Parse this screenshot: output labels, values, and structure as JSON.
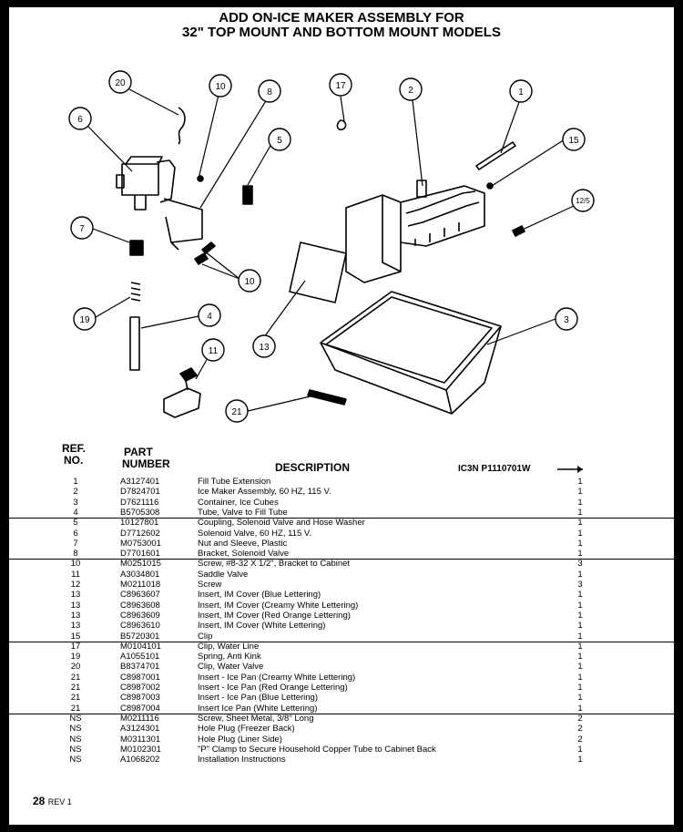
{
  "title": {
    "line1": "ADD ON-ICE MAKER ASSEMBLY FOR",
    "line2": "32\" TOP MOUNT AND BOTTOM MOUNT MODELS"
  },
  "callouts": [
    "20",
    "10",
    "8",
    "17",
    "2",
    "1",
    "6",
    "5",
    "15",
    "12/5",
    "7",
    "10",
    "13",
    "3",
    "19",
    "4",
    "11",
    "21"
  ],
  "table": {
    "ref_header_1": "REF.",
    "ref_header_2": "NO.",
    "part_header_1": "PART",
    "part_header_2": "NUMBER",
    "desc_header": "DESCRIPTION",
    "code": "IC3N P1110701W",
    "rows": [
      {
        "ref": "1",
        "part": "A3127401",
        "desc": "Fill Tube Extension",
        "qty": "1"
      },
      {
        "ref": "2",
        "part": "D7824701",
        "desc": "Ice Maker Assembly, 60 HZ, 115 V.",
        "qty": "1"
      },
      {
        "ref": "3",
        "part": "D7621116",
        "desc": "Container, Ice Cubes",
        "qty": "1"
      },
      {
        "ref": "4",
        "part": "B5705308",
        "desc": "Tube, Valve to Fill Tube",
        "qty": "1"
      },
      {
        "ref": "5",
        "part": "10127801",
        "desc": "Coupling, Solenoid Valve and Hose Washer",
        "qty": "1"
      },
      {
        "ref": "6",
        "part": "D7712602",
        "desc": "Solenoid Valve, 60 HZ, 115 V.",
        "qty": "1"
      },
      {
        "ref": "7",
        "part": "M0753001",
        "desc": "Nut and Sleeve, Plastic",
        "qty": "1"
      },
      {
        "ref": "8",
        "part": "D7701601",
        "desc": "Bracket, Solenoid Valve",
        "qty": "1"
      },
      {
        "ref": "10",
        "part": "M0251015",
        "desc": "Screw, #8-32 X 1/2\", Bracket to Cabinet",
        "qty": "3"
      },
      {
        "ref": "11",
        "part": "A3034801",
        "desc": "Saddle Valve",
        "qty": "1"
      },
      {
        "ref": "12",
        "part": "M0211018",
        "desc": "Screw",
        "qty": "3"
      },
      {
        "ref": "13",
        "part": "C8963607",
        "desc": "Insert, IM Cover (Blue Lettering)",
        "qty": "1"
      },
      {
        "ref": "13",
        "part": "C8963608",
        "desc": "Insert, IM Cover (Creamy White Lettering)",
        "qty": "1"
      },
      {
        "ref": "13",
        "part": "C8963609",
        "desc": "Insert, IM Cover (Red Orange Lettering)",
        "qty": "1"
      },
      {
        "ref": "13",
        "part": "C8963610",
        "desc": "Insert, IM Cover (White Lettering)",
        "qty": "1"
      },
      {
        "ref": "15",
        "part": "B5720301",
        "desc": "Clip",
        "qty": "1"
      },
      {
        "ref": "17",
        "part": "M0104101",
        "desc": "Clip, Water Line",
        "qty": "1"
      },
      {
        "ref": "19",
        "part": "A1055101",
        "desc": "Spring, Anti Kink",
        "qty": "1"
      },
      {
        "ref": "20",
        "part": "B8374701",
        "desc": "Clip, Water Valve",
        "qty": "1"
      },
      {
        "ref": "21",
        "part": "C8987001",
        "desc": "Insert - Ice Pan (Creamy White Lettering)",
        "qty": "1"
      },
      {
        "ref": "21",
        "part": "C8987002",
        "desc": "Insert - Ice Pan (Red Orange Lettering)",
        "qty": "1"
      },
      {
        "ref": "21",
        "part": "C8987003",
        "desc": "Insert - Ice Pan (Blue Lettering)",
        "qty": "1"
      },
      {
        "ref": "21",
        "part": "C8987004",
        "desc": "Insert Ice Pan (White Lettering)",
        "qty": "1"
      },
      {
        "ref": "NS",
        "part": "M0211116",
        "desc": "Screw, Sheet Metal, 3/8\" Long",
        "qty": "2"
      },
      {
        "ref": "NS",
        "part": "A3124301",
        "desc": "Hole Plug (Freezer Back)",
        "qty": "2"
      },
      {
        "ref": "NS",
        "part": "M0311301",
        "desc": "Hole Plug (Liner Side)",
        "qty": "2"
      },
      {
        "ref": "NS",
        "part": "M0102301",
        "desc": "\"P\" Clamp to Secure Household Copper Tube to Cabinet Back",
        "qty": "1"
      },
      {
        "ref": "NS",
        "part": "A1068202",
        "desc": "Installation Instructions",
        "qty": "1"
      }
    ]
  },
  "footer": {
    "page": "28",
    "rev": "REV 1"
  }
}
